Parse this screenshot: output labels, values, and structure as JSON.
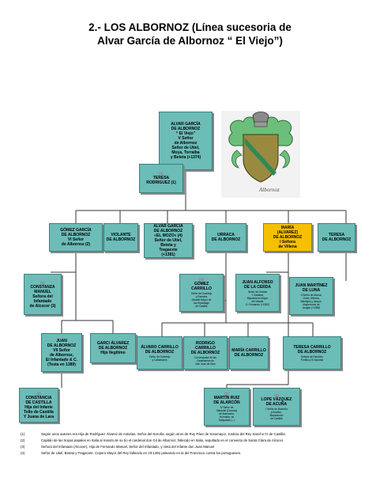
{
  "title": {
    "line1": "2.- LOS ALBORNOZ (Línea sucesoria de",
    "line2": "Alvar García de Albornoz “ El Viejo”)"
  },
  "crest": {
    "caption": "Albornoz"
  },
  "colors": {
    "box": "#6cbcb8",
    "highlight": "#f5c000",
    "marker": "#c0504d"
  },
  "nodes": {
    "alvar_viejo": {
      "marker": "",
      "name": "ALVAR GARCÍA\nDE ALBORNOZ\n“ El Viejo”\nV Señor\nde Albornoz\nSeñor de Utiel,\nMoya, Torralba\ny Beteta (+1374)",
      "desc": ""
    },
    "teresa_rodriguez": {
      "marker": "(1)",
      "name": "TERESA\nRODRIGUEZ (1)",
      "desc": ""
    },
    "gomez_garcia": {
      "marker": "",
      "name": "GÓMEZ GARCÍA\nDE ALBORNOZ\nVI Señor\nde Albornoz (2)",
      "desc": ""
    },
    "violante": {
      "marker": "",
      "name": "VIOLANTE\nDE ALBORNOZ",
      "desc": ""
    },
    "alvar_mozo": {
      "marker": "",
      "name": "ALVAR GARCÍA\nDE ALBORNOZ\n«EL MOZO» (4)\nSeñor de Utiel,\nBeteta y\nTragacete\n(+1381)",
      "desc": ""
    },
    "urraca": {
      "marker": "",
      "name": "URRACA\nDE ALBORNOZ",
      "desc": ""
    },
    "maria": {
      "marker": "",
      "name": "MARÍA\n(ALVAREZ)\nDE ALBORNOZ\nI Señora\nde Villena",
      "desc": ""
    },
    "teresa_alb": {
      "marker": "",
      "name": "TERESA\nDE ALBORNOZ",
      "desc": ""
    },
    "constanza_manuel": {
      "marker": "(3)",
      "name": "CONSTANZA\nMANUEL\nSeñora del\nInfantado\nde Alcocer (3)",
      "desc": ""
    },
    "gomez_carrillo": {
      "marker": "(3)",
      "name": "GÓMEZ\nCARRILLO",
      "desc": "Señor de Ocentejo\ny Paredes\nAlcaide Mayor de\nlos Hijosdalgo\nde Castilla"
    },
    "juan_alfonso": {
      "marker": "",
      "name": "JUAN ALFONSO\nDE LA CERDA",
      "desc": "Señor de Gerbes\nY Zanfaral,\nMayordomo Mayor\ndel Infante\nD. Fernando (+1383)"
    },
    "juan_martinez": {
      "marker": "",
      "name": "JUAN MARTÍNEZ\nDE LUNA",
      "desc": "II Señor de Illueca,\nGotor, Alfocea,\nBarrages y Jarque.\nMayordomo de\nAragón (+1388)"
    },
    "juan_alb": {
      "marker": "",
      "name": "JUAN\nDE ALBORNOZ\nVII Señor\nde Albornoz,\nEl Infantado & C.\n(Testa en 1389)",
      "desc": ""
    },
    "garci_alvarez": {
      "marker": "",
      "name": "GARCI ÁLVAREZ\nDE ALBORNOZ\nHijo Ilegítimo",
      "desc": ""
    },
    "alvaro_carrillo": {
      "marker": "",
      "name": "ÁLVARO CARRILLO\nDE ALBORNOZ",
      "desc": "Señor de Ocentejo\ny Cañamares"
    },
    "rodrigo_carrillo": {
      "marker": "",
      "name": "RODRIGO CARRILLO\nDE ALBORNOZ",
      "desc": "Comendador de las\nCastellanías de\nSan Juan de Dios"
    },
    "maria_carrillo": {
      "marker": "",
      "name": "MARÍA CARRILLO\nDE ALBORNOZ",
      "desc": ""
    },
    "teresa_carrillo": {
      "marker": "",
      "name": "TERESA CARRILLO\nDE ALBORNOZ",
      "desc": "Señora de Paredes,\nPortilla y El Ascobal"
    },
    "constancia_castilla": {
      "marker": "(2)",
      "name": "CONSTANCIA\nDE CASTILLA\nHija del Infante\nTello de Castilla\nY Juana de Lara",
      "desc": ""
    },
    "martin_ruiz": {
      "marker": "(2)",
      "name": "MARTÍN RUIZ\nDE ALARCÓN",
      "desc": "IV Señor de\nValverde (Cuenca)\nde Buenache,\nHonrubia, de\nTalayuelas (...)"
    },
    "lope_vazquez": {
      "marker": "(2)",
      "name": "LOPE VÁZQUEZ\nDE ACUÑA",
      "desc": "I Señor de Buendía\ny Azañón,\nMayordomo\nde Castilla"
    }
  },
  "notes": [
    {
      "num": "(1)",
      "text": "Según unos autores era Hija de Rodríguez Álvarez de Asturias, Señor del Noroña, según otros de Ruy Páez de Sotomayor, Justicia del Rey Sancho IV de Castilla."
    },
    {
      "num": "(2)",
      "text": "Capitán de las tropas papales en Italia al mando de su tío el cardenal don Gil de Albornoz, fallecido en Italia, sepultado en el convento de Santa Clara de Alcocer."
    },
    {
      "num": "(3)",
      "text": "Señora del Infantado (Alcocer), Hija de Fernando Manuel, Señor del Infantado, y nieta del Infante don Juan Manuel"
    },
    {
      "num": "(4)",
      "text": "Señor de Utiel, Beteta y Tragacete. Copero Mayor del Rey fallecido en Vit-1381 peleando en la del Francisco contra los portugueses."
    }
  ]
}
